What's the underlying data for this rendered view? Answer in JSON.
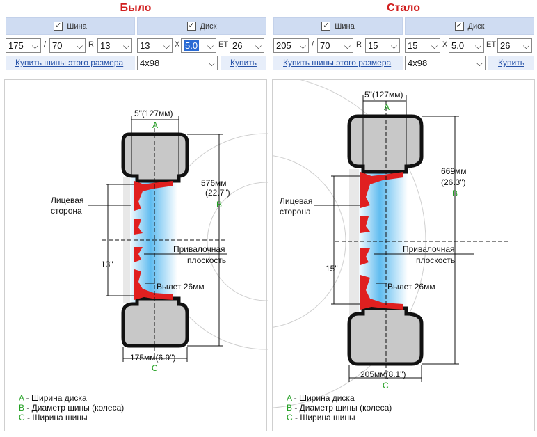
{
  "before": {
    "title": "Было",
    "tire_header": "Шина",
    "disk_header": "Диск",
    "tire_width": "175",
    "tire_profile": "70",
    "r_label": "R",
    "tire_rim": "13",
    "disk_diameter": "13",
    "x_label": "X",
    "disk_width": "5.0",
    "et_label": "ET",
    "disk_et": "26",
    "buy_tires_link": "Купить шины этого размера",
    "pcd": "4x98",
    "buy_link": "Купить",
    "dim_top": "5\"(127мм)",
    "dim_a": "A",
    "dim_height_mm": "576мм",
    "dim_height_in": "(22.7\")",
    "dim_b": "B",
    "face_label_1": "Лицевая",
    "face_label_2": "сторона",
    "mount_label_1": "Привалочная",
    "mount_label_2": "плоскость",
    "rim_size": "13\"",
    "offset_label": "Вылет 26мм",
    "dim_bottom": "175мм(6.9\")",
    "dim_c": "C"
  },
  "after": {
    "title": "Стало",
    "tire_header": "Шина",
    "disk_header": "Диск",
    "tire_width": "205",
    "tire_profile": "70",
    "r_label": "R",
    "tire_rim": "15",
    "disk_diameter": "15",
    "x_label": "X",
    "disk_width": "5.0",
    "et_label": "ET",
    "disk_et": "26",
    "buy_tires_link": "Купить шины этого размера",
    "pcd": "4x98",
    "buy_link": "Купить",
    "dim_top": "5\"(127мм)",
    "dim_a": "A",
    "dim_height_mm": "669мм",
    "dim_height_in": "(26.3\")",
    "dim_b": "B",
    "face_label_1": "Лицевая",
    "face_label_2": "сторона",
    "mount_label_1": "Привалочная",
    "mount_label_2": "плоскость",
    "rim_size": "15\"",
    "offset_label": "Вылет 26мм",
    "dim_bottom": "205мм(8.1\")",
    "dim_c": "C"
  },
  "legend": [
    {
      "key": "A",
      "text": " - Ширина диска"
    },
    {
      "key": "B",
      "text": " - Диаметр шины (колеса)"
    },
    {
      "key": "C",
      "text": " - Ширина шины"
    }
  ],
  "colors": {
    "title": "#d11f1f",
    "link": "#2753a8",
    "legend_key": "#22a022",
    "rim": "#e02020",
    "tire": "#c8c8c8"
  }
}
